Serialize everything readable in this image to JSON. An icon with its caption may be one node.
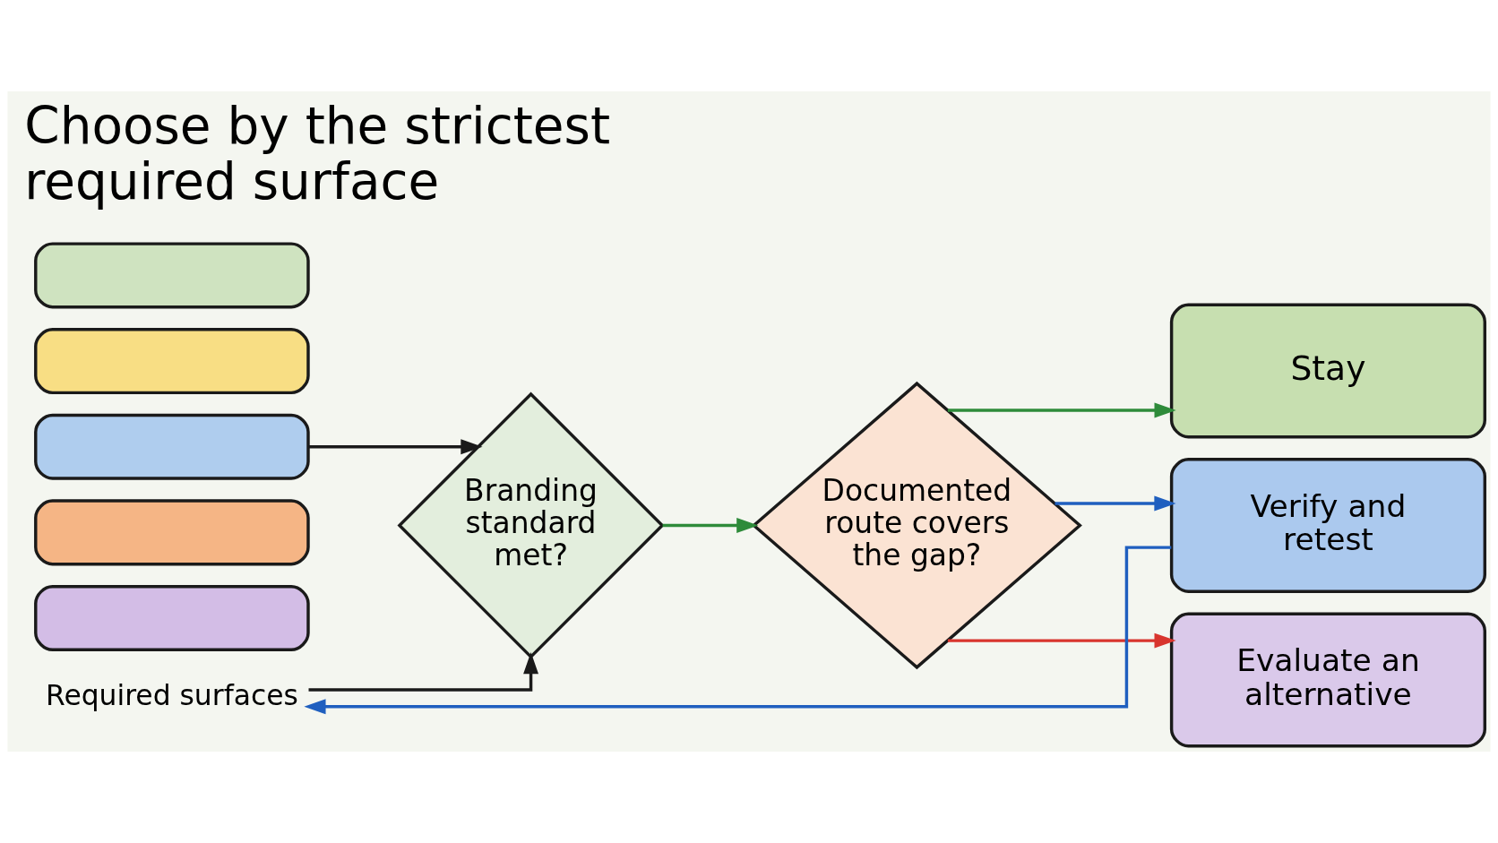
{
  "diagram": {
    "title": "Choose by the strictest required surface",
    "nodes": [
      {
        "text": [],
        "shape": "box"
      },
      {
        "text": [],
        "shape": "box"
      },
      {
        "text": [],
        "shape": "box"
      },
      {
        "text": [],
        "shape": "box"
      },
      {
        "text": [],
        "shape": "box"
      },
      {
        "text": [
          "Required surfaces"
        ]
      },
      {
        "text": [
          "Branding standard met?"
        ]
      },
      {
        "text": [
          "Documented route covers the gap?"
        ]
      },
      {
        "text": [
          "Stay"
        ]
      },
      {
        "text": [
          "Verify and retest"
        ]
      },
      {
        "text": [
          "Evaluate an alternative"
        ]
      }
    ],
    "edges": [
      {
        "from": 2,
        "to": 6,
        "arrow": "to"
      },
      {
        "from": 6,
        "to": 7,
        "arrow": "to",
        "color": "#2e8b3a"
      },
      {
        "from": 7,
        "to": 8,
        "arrow": "to",
        "color": "#2e8b3a"
      },
      {
        "from": 7,
        "to": 9,
        "arrow": "to",
        "color": "#1f5fbf"
      },
      {
        "from": 7,
        "to": 10,
        "arrow": "to",
        "color": "#d8352e"
      },
      {
        "from": 9,
        "to": 5,
        "arrow": "to",
        "color": "#1f5fbf"
      },
      {
        "from": 5,
        "to": 6,
        "arrow": "to"
      }
    ]
  }
}
